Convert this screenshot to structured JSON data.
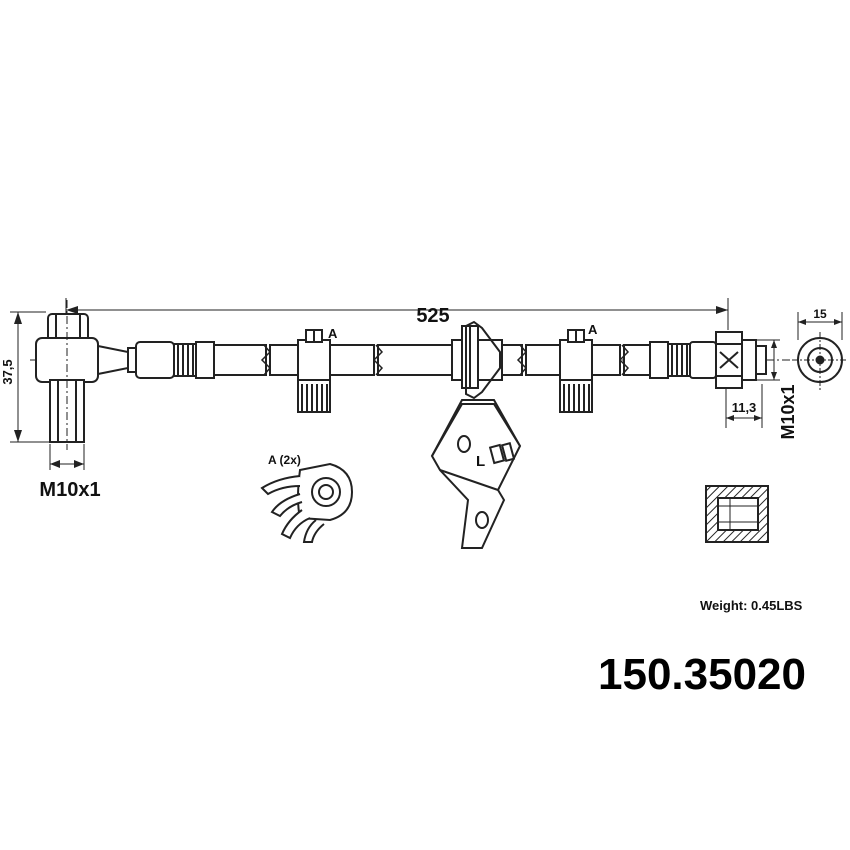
{
  "dimensions": {
    "overall_length": "525",
    "height_left": "37,5",
    "thread_left": "M10x1",
    "width_right": "15",
    "offset_right": "11,3",
    "thread_right": "M10x1"
  },
  "callouts": {
    "clip_left": "A",
    "clip_right": "A",
    "clip_detail": "A (2x)",
    "bracket": "L"
  },
  "info": {
    "weight": "Weight: 0.45LBS",
    "part_number": "150.35020"
  }
}
